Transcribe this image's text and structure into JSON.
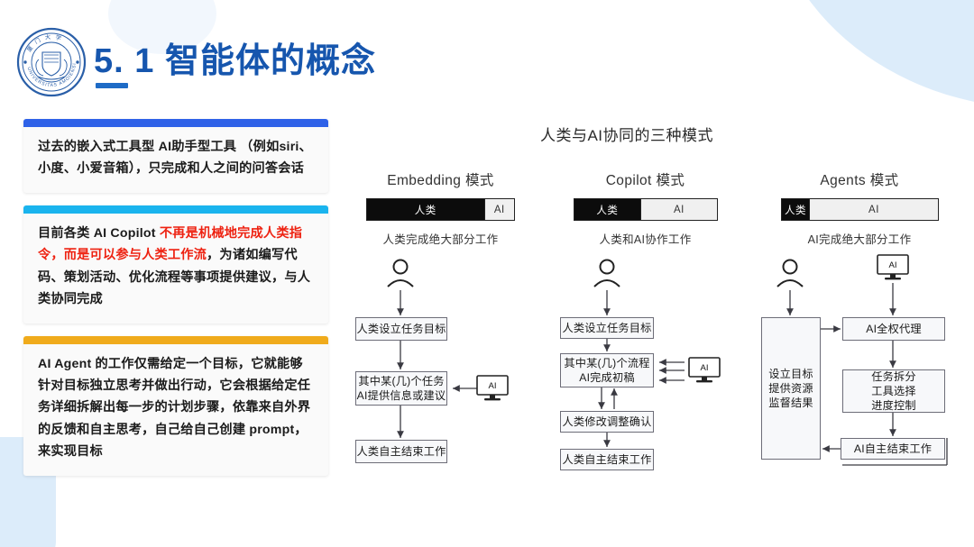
{
  "header": {
    "title": "5. 1 智能体的概念",
    "logo_name": "xiamen-university-seal",
    "logo_text_outer": "UNIVERSITAS AMOIENSIS",
    "accent_color": "#1656ae"
  },
  "left_cards": [
    {
      "bar_color": "#2f62e8",
      "segments": [
        {
          "text": "过去的嵌入式工具型 AI助手型工具 （例如siri、小度、小爱音箱），只完成和人之间的问答会话",
          "highlight": false
        }
      ]
    },
    {
      "bar_color": "#1ab4ee",
      "segments": [
        {
          "text": "目前各类 AI Copilot ",
          "highlight": false
        },
        {
          "text": "不再是机械地完成人类指令，而是可以参与人类工作流",
          "highlight": true
        },
        {
          "text": "，为诸如编写代码、策划活动、优化流程等事项提供建议，与人类协同完成",
          "highlight": false
        }
      ]
    },
    {
      "bar_color": "#f0ab1c",
      "segments": [
        {
          "text": "AI Agent 的工作仅需给定一个目标，它就能够针对目标独立思考并做出行动，它会根据给定任务详细拆解出每一步的计划步骤，依靠来自外界的反馈和自主思考，自己给自己创建 prompt，来实现目标",
          "highlight": false
        }
      ]
    }
  ],
  "diagram": {
    "title": "人类与AI协同的三种模式",
    "human_label": "人类",
    "ai_label": "AI",
    "columns": [
      {
        "head": "Embedding 模式",
        "bar": {
          "human_pct": 80,
          "ai_pct": 20
        },
        "subtitle": "人类完成绝大部分工作",
        "person_icon": "person-icon",
        "ai_icon": "ai-monitor-icon",
        "boxes": [
          "人类设立任务目标",
          "其中某(几)个任务\nAI提供信息或建议",
          "人类自主结束工作"
        ]
      },
      {
        "head": "Copilot 模式",
        "bar": {
          "human_pct": 47,
          "ai_pct": 53
        },
        "subtitle": "人类和AI协作工作",
        "person_icon": "person-icon",
        "ai_icon": "ai-monitor-icon",
        "boxes": [
          "人类设立任务目标",
          "其中某(几)个流程\nAI完成初稿",
          "人类修改调整确认",
          "人类自主结束工作"
        ]
      },
      {
        "head": "Agents 模式",
        "bar": {
          "human_pct": 18,
          "ai_pct": 82
        },
        "subtitle": "AI完成绝大部分工作",
        "person_icon": "person-icon",
        "ai_icon": "ai-monitor-icon",
        "boxes": [
          "设立目标\n提供资源\n监督结果",
          "AI全权代理",
          "任务拆分\n工具选择\n进度控制",
          "AI自主结束工作"
        ]
      }
    ]
  }
}
